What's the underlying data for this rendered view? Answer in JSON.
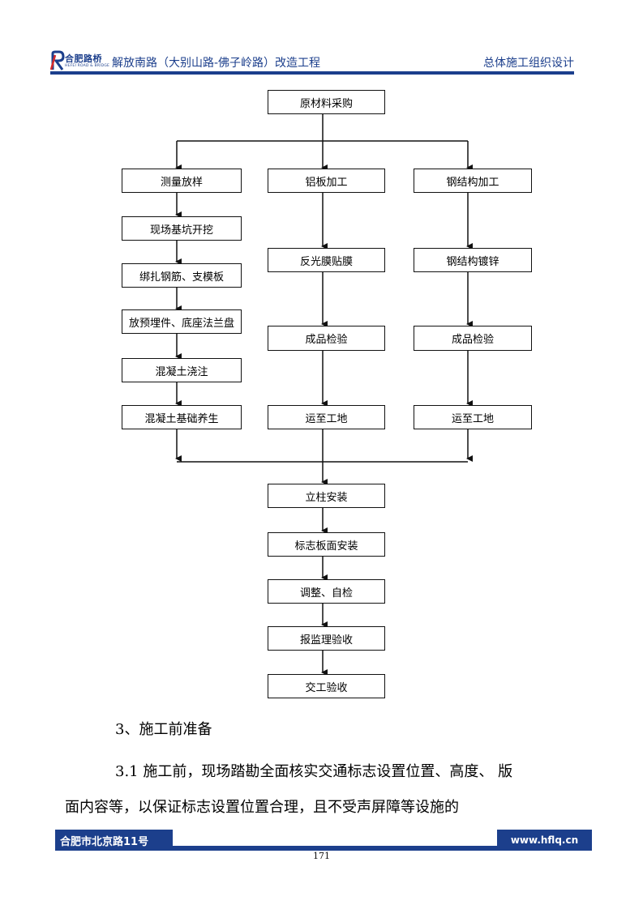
{
  "header": {
    "logo_text": "合肥路桥",
    "logo_sub": "HEFEI ROAD & BRIDGE",
    "title": "解放南路（大别山路-佛子岭路）改造工程",
    "right": "总体施工组织设计"
  },
  "flowchart": {
    "top": "原材料采购",
    "left_column": [
      "测量放样",
      "现场基坑开挖",
      "绑扎钢筋、支模板",
      "放预埋件、底座法兰盘",
      "混凝土浇注",
      "混凝土基础养生"
    ],
    "middle_column": [
      "铝板加工",
      "反光膜贴膜",
      "成品检验",
      "运至工地"
    ],
    "right_column": [
      "钢结构加工",
      "钢结构镀锌",
      "成品检验",
      "运至工地"
    ],
    "bottom_column": [
      "立柱安装",
      "标志板面安装",
      "调整、自检",
      "报监理验收",
      "交工验收"
    ]
  },
  "body": {
    "heading": "3、施工前准备",
    "para_line1": "3.1 施工前，现场踏勘全面核实交通标志设置位置、高度、 版",
    "para_line2": "面内容等，以保证标志设置位置合理，且不受声屏障等设施的"
  },
  "footer": {
    "left": "合肥市北京路11号",
    "right": "www.hflq.cn",
    "page_number": "171"
  },
  "colors": {
    "brand_blue": "#1c3f8c",
    "logo_red": "#d42a2a"
  }
}
